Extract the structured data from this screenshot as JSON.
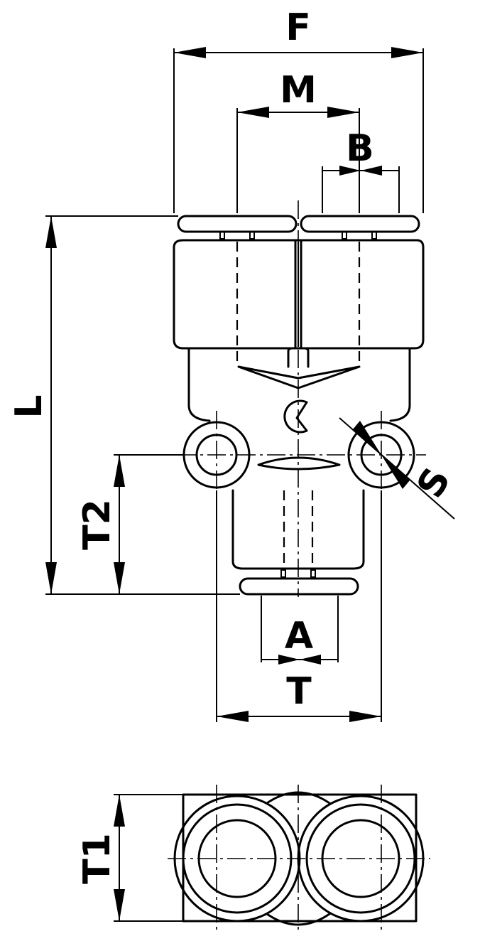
{
  "labels": {
    "F": "F",
    "M": "M",
    "B": "B",
    "L": "L",
    "S": "S",
    "T2": "T2",
    "A": "A",
    "T": "T",
    "T1": "T1"
  }
}
